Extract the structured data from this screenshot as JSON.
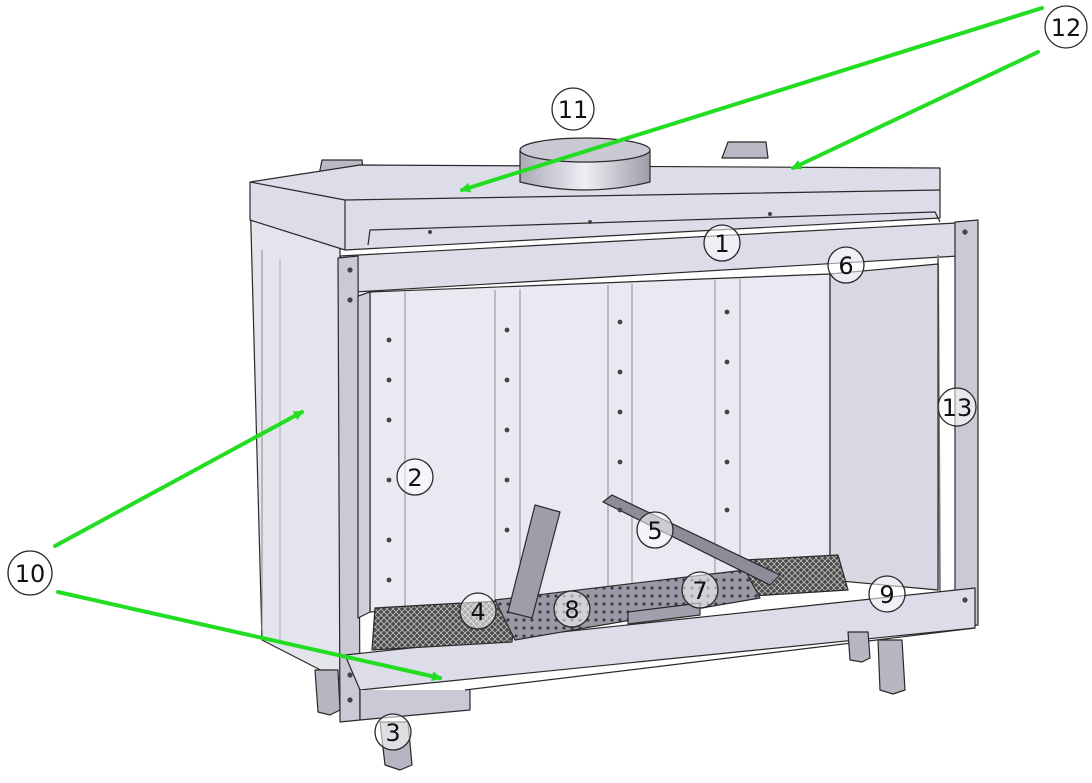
{
  "callouts": [
    {
      "id": "c1",
      "label": "1"
    },
    {
      "id": "c2",
      "label": "2"
    },
    {
      "id": "c3",
      "label": "3"
    },
    {
      "id": "c4",
      "label": "4"
    },
    {
      "id": "c5",
      "label": "5"
    },
    {
      "id": "c6",
      "label": "6"
    },
    {
      "id": "c7",
      "label": "7"
    },
    {
      "id": "c8",
      "label": "8"
    },
    {
      "id": "c9",
      "label": "9"
    },
    {
      "id": "c10",
      "label": "10"
    },
    {
      "id": "c11",
      "label": "11"
    },
    {
      "id": "c12",
      "label": "12"
    },
    {
      "id": "c13",
      "label": "13"
    }
  ],
  "colors": {
    "arrow": "#22dd22",
    "frame": "#dcdde8",
    "frame_dark": "#b9bac6",
    "outline": "#2a2a2a",
    "panel": "#e8e8f0",
    "basket": "#333333"
  }
}
